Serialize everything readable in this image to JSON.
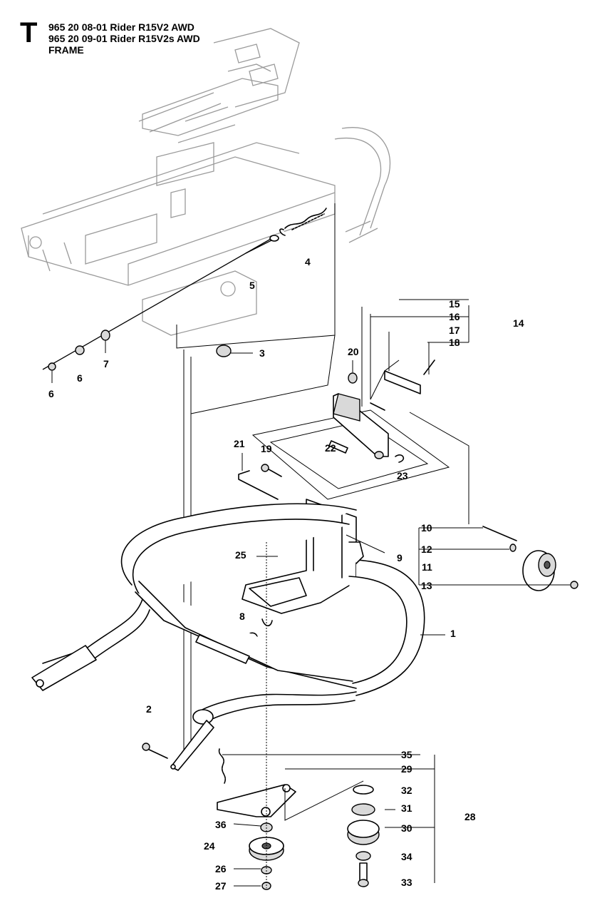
{
  "header": {
    "section_letter": "T",
    "line1": "965 20 08-01 Rider R15V2 AWD",
    "line2": "965 20 09-01 Rider R15V2s AWD",
    "line3": "FRAME"
  },
  "callouts": {
    "c1": "1",
    "c2": "2",
    "c3": "3",
    "c4": "4",
    "c5": "5",
    "c6a": "6",
    "c6b": "6",
    "c7": "7",
    "c8": "8",
    "c9": "9",
    "c10": "10",
    "c11": "11",
    "c12": "12",
    "c13": "13",
    "c14": "14",
    "c15": "15",
    "c16": "16",
    "c17": "17",
    "c18": "18",
    "c19": "19",
    "c20": "20",
    "c21": "21",
    "c22": "22",
    "c23": "23",
    "c24": "24",
    "c25": "25",
    "c26": "26",
    "c27": "27",
    "c28": "28",
    "c29": "29",
    "c30": "30",
    "c31": "31",
    "c32": "32",
    "c33": "33",
    "c34": "34",
    "c35": "35",
    "c36": "36"
  }
}
